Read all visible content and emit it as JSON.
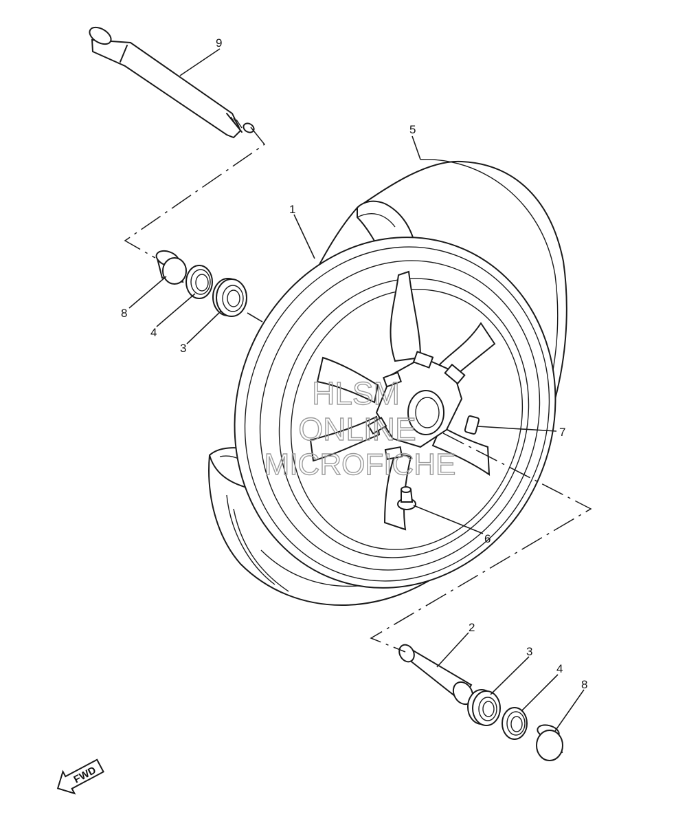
{
  "diagram": {
    "callouts": {
      "c1": "1",
      "c2": "2",
      "c3a": "3",
      "c3b": "3",
      "c4a": "4",
      "c4b": "4",
      "c5": "5",
      "c6": "6",
      "c7": "7",
      "c8a": "8",
      "c8b": "8",
      "c9": "9"
    },
    "watermark": {
      "line1": "HLSM",
      "line2": "ONLINE",
      "line3": "MICROFICHE"
    },
    "fwd_badge": "FWD"
  }
}
